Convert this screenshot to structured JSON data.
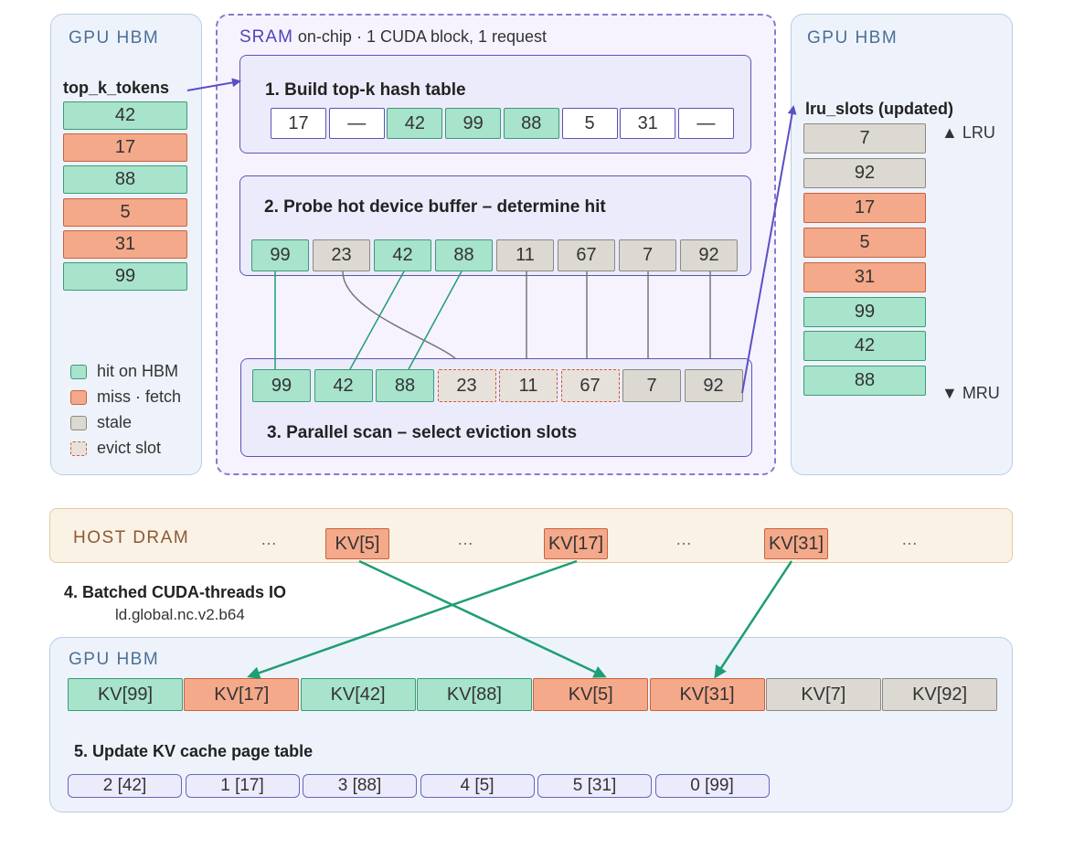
{
  "left_panel": {
    "label": "GPU HBM",
    "list_title": "top_k_tokens",
    "tokens": [
      {
        "v": "42",
        "s": "hit"
      },
      {
        "v": "17",
        "s": "miss"
      },
      {
        "v": "88",
        "s": "hit"
      },
      {
        "v": "5",
        "s": "miss"
      },
      {
        "v": "31",
        "s": "miss"
      },
      {
        "v": "99",
        "s": "hit"
      }
    ],
    "legend": [
      {
        "s": "hit",
        "label": "hit on HBM"
      },
      {
        "s": "miss",
        "label": "miss · fetch"
      },
      {
        "s": "stale",
        "label": "stale"
      },
      {
        "s": "evict",
        "label": "evict slot"
      }
    ]
  },
  "sram": {
    "label_main": "SRAM",
    "label_rest": " on-chip · 1 CUDA block, 1 request",
    "step1": {
      "title": "1. Build top-k hash table",
      "cells": [
        {
          "v": "17",
          "s": "empty"
        },
        {
          "v": "—",
          "s": "empty"
        },
        {
          "v": "42",
          "s": "hit"
        },
        {
          "v": "99",
          "s": "hit"
        },
        {
          "v": "88",
          "s": "hit"
        },
        {
          "v": "5",
          "s": "empty"
        },
        {
          "v": "31",
          "s": "empty"
        },
        {
          "v": "—",
          "s": "empty"
        }
      ]
    },
    "step2": {
      "title": "2. Probe hot device buffer – determine hit",
      "cells": [
        {
          "v": "99",
          "s": "hit"
        },
        {
          "v": "23",
          "s": "stale"
        },
        {
          "v": "42",
          "s": "hit"
        },
        {
          "v": "88",
          "s": "hit"
        },
        {
          "v": "11",
          "s": "stale"
        },
        {
          "v": "67",
          "s": "stale"
        },
        {
          "v": "7",
          "s": "stale"
        },
        {
          "v": "92",
          "s": "stale"
        }
      ]
    },
    "step3": {
      "title": "3. Parallel scan – select eviction slots",
      "cells": [
        {
          "v": "99",
          "s": "hit"
        },
        {
          "v": "42",
          "s": "hit"
        },
        {
          "v": "88",
          "s": "hit"
        },
        {
          "v": "23",
          "s": "evict"
        },
        {
          "v": "11",
          "s": "evict"
        },
        {
          "v": "67",
          "s": "evict"
        },
        {
          "v": "7",
          "s": "stale"
        },
        {
          "v": "92",
          "s": "stale"
        }
      ]
    }
  },
  "right_panel": {
    "label": "GPU HBM",
    "list_title": "lru_slots (updated)",
    "lru_marker": "▲ LRU",
    "mru_marker": "▼ MRU",
    "slots": [
      {
        "v": "7",
        "s": "stale"
      },
      {
        "v": "92",
        "s": "stale"
      },
      {
        "v": "17",
        "s": "miss"
      },
      {
        "v": "5",
        "s": "miss"
      },
      {
        "v": "31",
        "s": "miss"
      },
      {
        "v": "99",
        "s": "hit"
      },
      {
        "v": "42",
        "s": "hit"
      },
      {
        "v": "88",
        "s": "hit"
      }
    ]
  },
  "host": {
    "label": "HOST DRAM",
    "ellipsis": "…",
    "items": [
      "KV[5]",
      "KV[17]",
      "KV[31]"
    ]
  },
  "io": {
    "title": "4. Batched CUDA-threads IO",
    "subtitle": "ld.global.nc.v2.b64"
  },
  "bottom": {
    "label": "GPU HBM",
    "kv": [
      {
        "v": "KV[99]",
        "s": "hit"
      },
      {
        "v": "KV[17]",
        "s": "miss"
      },
      {
        "v": "KV[42]",
        "s": "hit"
      },
      {
        "v": "KV[88]",
        "s": "hit"
      },
      {
        "v": "KV[5]",
        "s": "miss"
      },
      {
        "v": "KV[31]",
        "s": "miss"
      },
      {
        "v": "KV[7]",
        "s": "stale"
      },
      {
        "v": "KV[92]",
        "s": "stale"
      }
    ],
    "step5_title": "5. Update KV cache page table",
    "page_table": [
      "2 [42]",
      "1 [17]",
      "3 [88]",
      "4 [5]",
      "5 [31]",
      "0 [99]"
    ]
  },
  "colors": {
    "hit": "#a8e3cc",
    "miss": "#f4a98a",
    "stale": "#dcd8d2",
    "arrow_purple": "#5b4fc4",
    "arrow_green": "#1f9e74",
    "line_gray": "#777777"
  }
}
